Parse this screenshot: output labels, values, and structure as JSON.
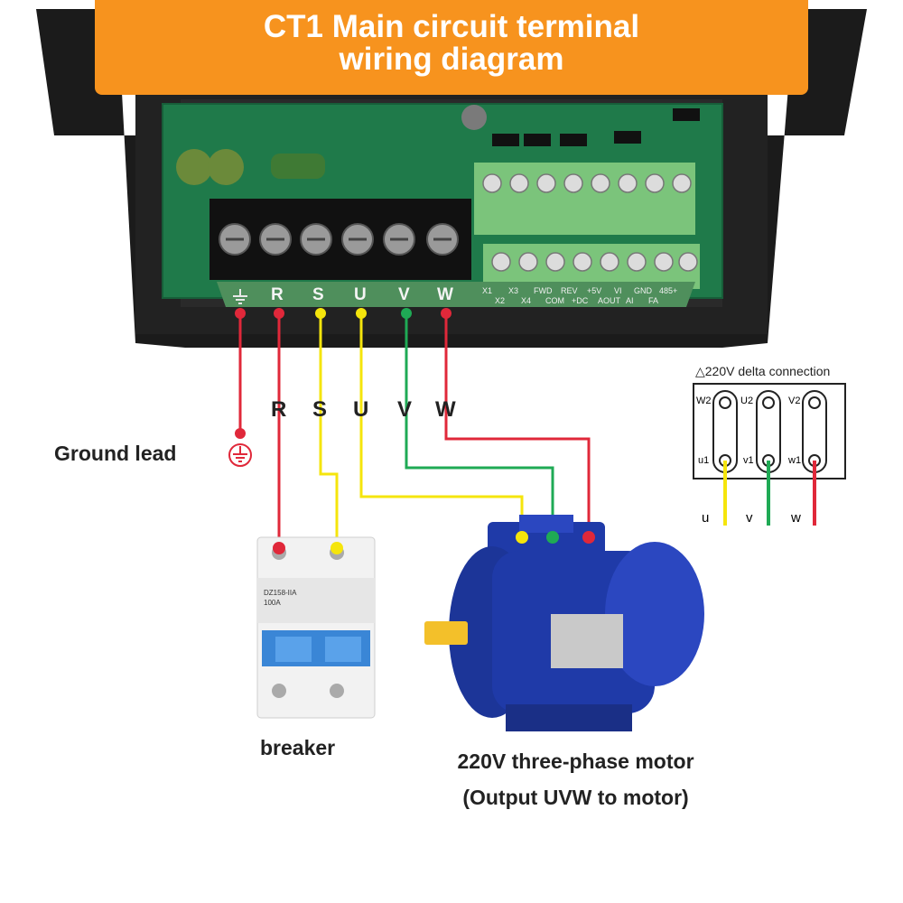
{
  "title_line1": "CT1 Main circuit terminal",
  "title_line2": "wiring diagram",
  "terminal_labels": [
    "R",
    "S",
    "U",
    "V",
    "W"
  ],
  "control_pins_top": [
    "X1",
    "X3",
    "FWD",
    "REV",
    "+5V",
    "VI",
    "GND",
    "485+"
  ],
  "control_pins_bottom": [
    "X2",
    "X4",
    "COM",
    "+DC",
    "AOUT",
    "AI",
    "FA"
  ],
  "phase_labels": [
    "R",
    "S",
    "U",
    "V",
    "W"
  ],
  "ground_label": "Ground lead",
  "breaker_label": "breaker",
  "breaker_model": "DZ158-IIA",
  "breaker_rating": "100A",
  "motor_label": "220V three-phase motor",
  "motor_note": "(Output UVW to motor)",
  "delta": {
    "title": "△220V delta connection",
    "top_terminals": [
      "W2",
      "U2",
      "V2"
    ],
    "bottom_terminals": [
      "u1",
      "v1",
      "w1"
    ],
    "phase_labels": [
      "u",
      "v",
      "w"
    ]
  },
  "colors": {
    "banner": "#f7931e",
    "red_wire": "#e0283a",
    "yellow_wire": "#f5e50c",
    "green_wire": "#1faa55",
    "board": "#1f7a4a",
    "housing": "#1d1d1d",
    "motor": "#1f3aa8"
  }
}
